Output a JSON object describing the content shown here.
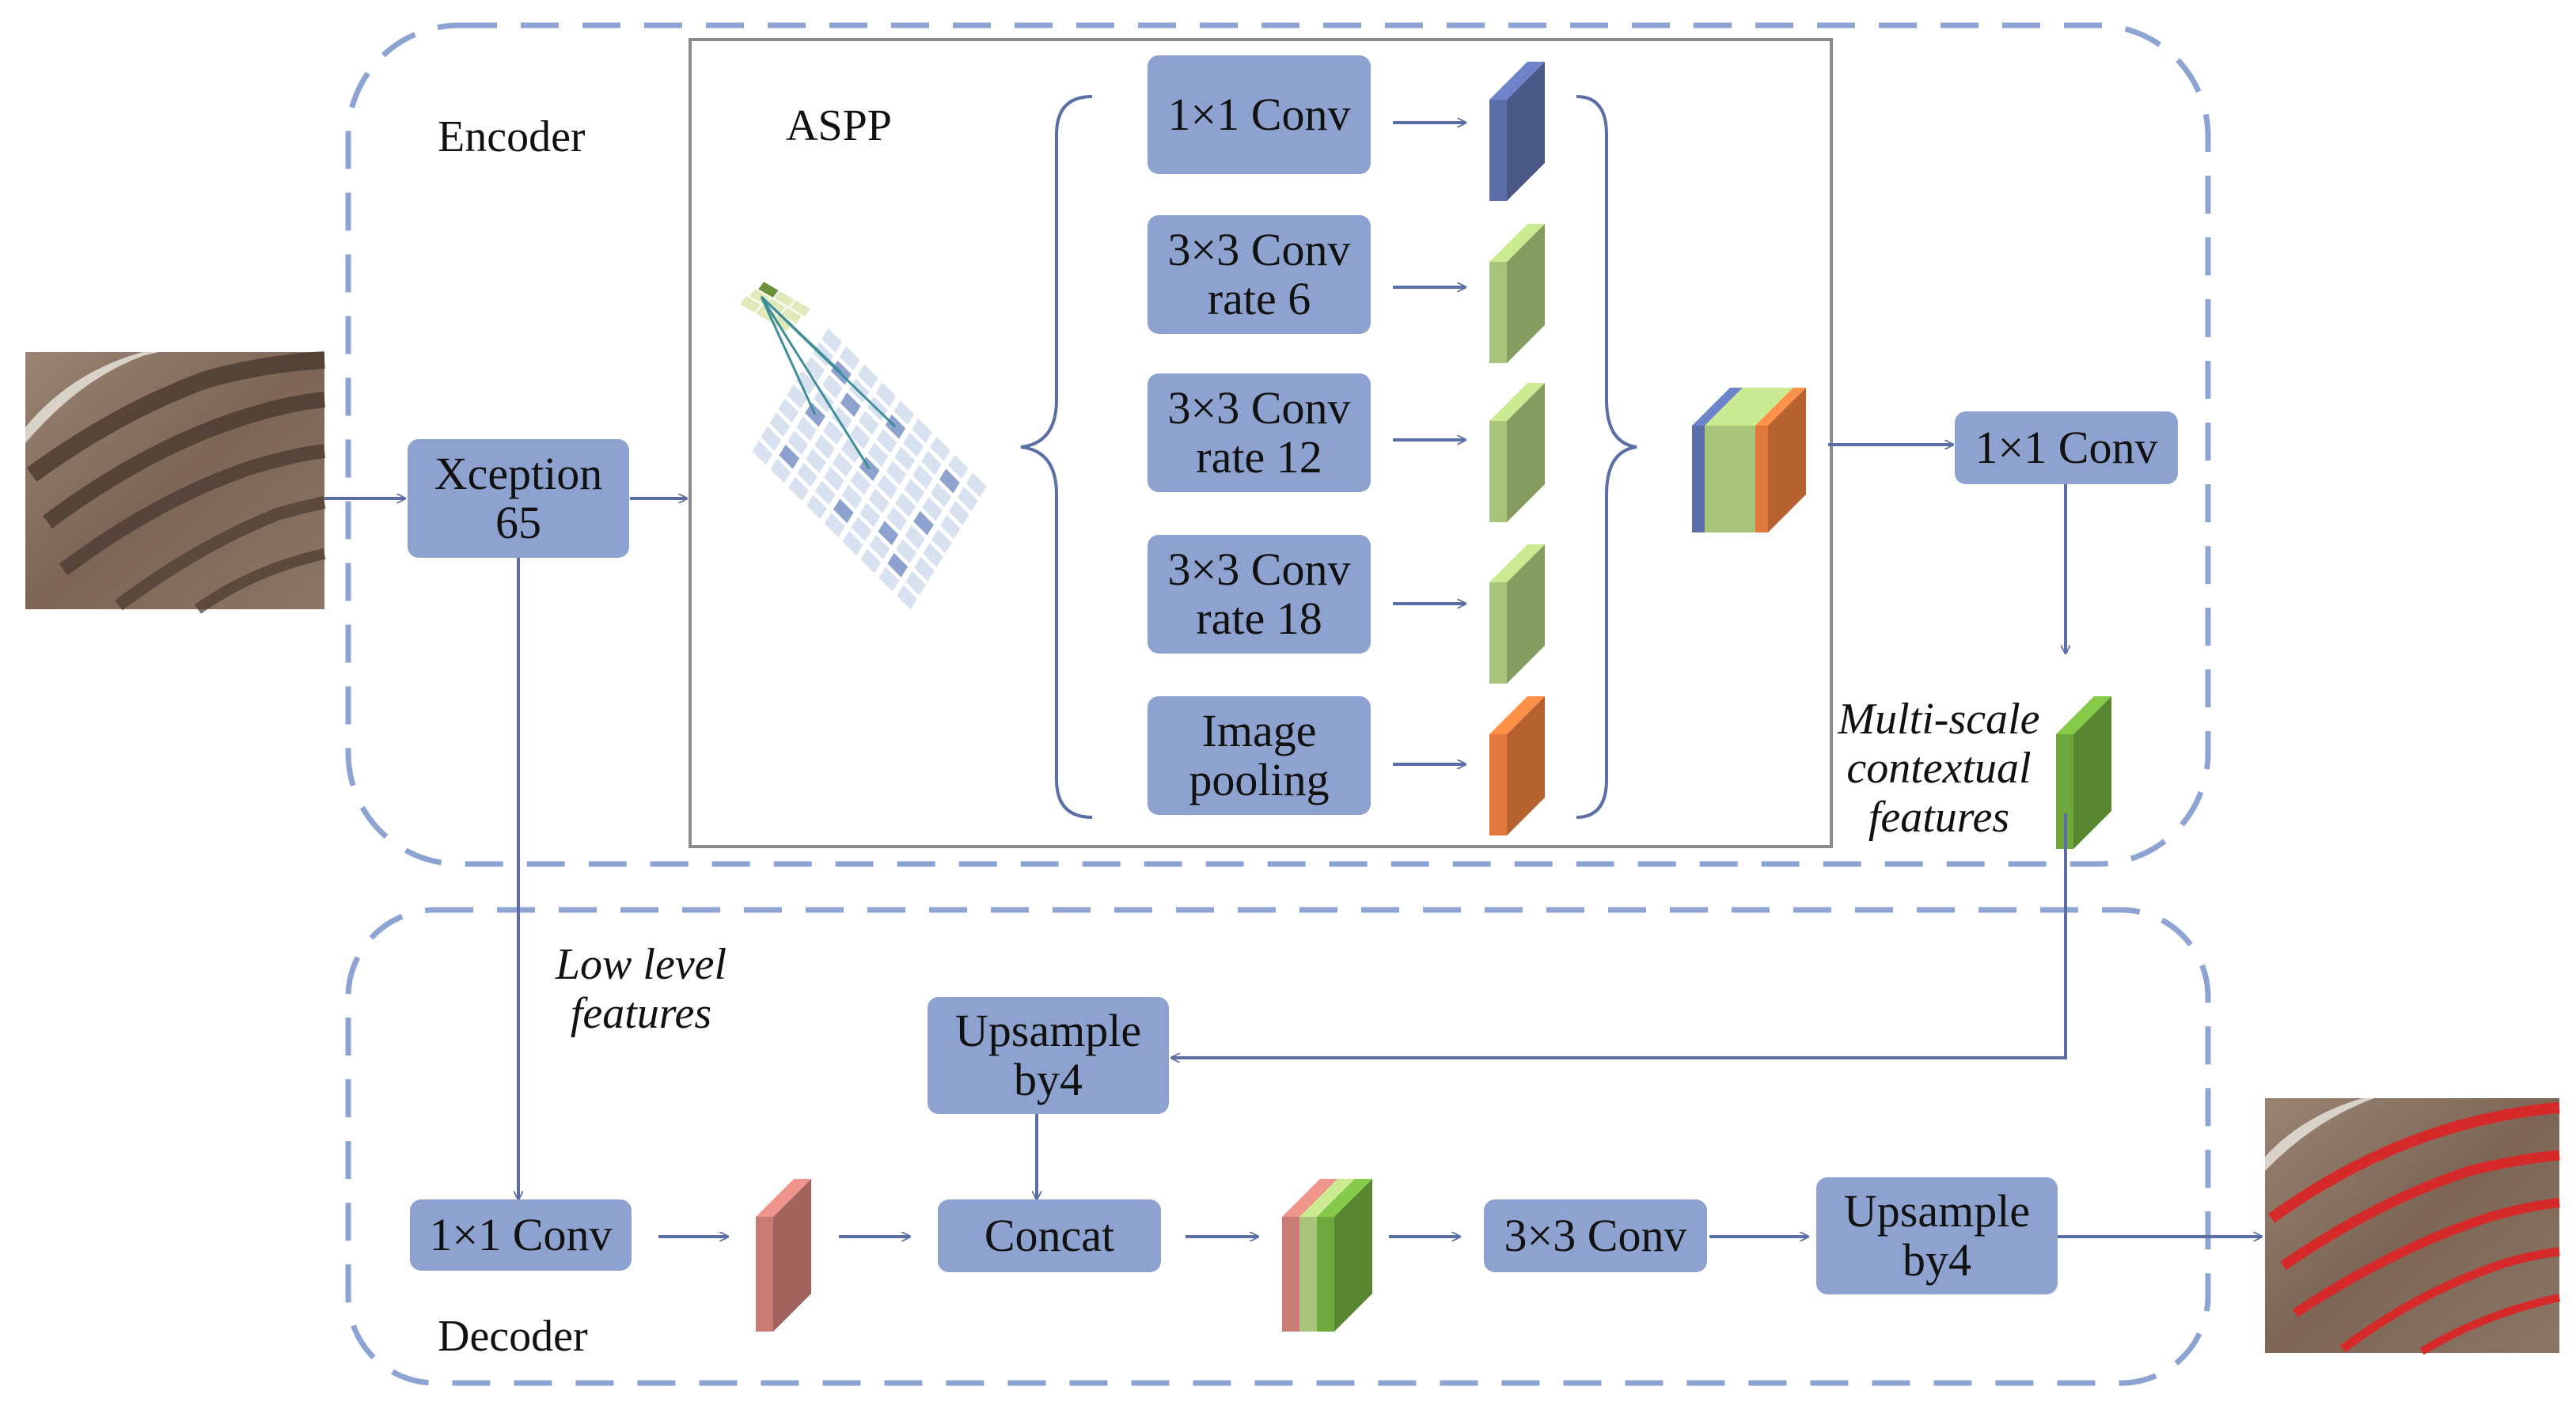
{
  "colors": {
    "box_fill": "#8ea2cf",
    "dashed_border": "#8da3d2",
    "arrow": "#5b6fa6",
    "feature_blue": "#5b6ea8",
    "feature_lightgreen": "#a8c47a",
    "feature_orange": "#e2793c",
    "feature_pink": "#c87c74",
    "feature_darkgreen": "#6fa83c",
    "detection_red": "#d62a2a"
  },
  "regions": {
    "encoder_label": "Encoder",
    "decoder_label": "Decoder",
    "aspp_label": "ASPP"
  },
  "encoder": {
    "backbone": "Xception\n65",
    "aspp_branches": [
      "1×1 Conv",
      "3×3 Conv\nrate 6",
      "3×3 Conv\nrate 12",
      "3×3 Conv\nrate 18",
      "Image\npooling"
    ],
    "fuse_conv": "1×1 Conv",
    "multiscale_label": "Multi-scale\ncontextual\nfeatures"
  },
  "decoder": {
    "low_level_label": "Low level\nfeatures",
    "low_conv": "1×1 Conv",
    "upsample_top": "Upsample\nby4",
    "concat": "Concat",
    "conv3": "3×3 Conv",
    "upsample_out": "Upsample\nby4"
  },
  "images": {
    "input": "input-terrain-image",
    "output": "output-segmentation-image"
  }
}
